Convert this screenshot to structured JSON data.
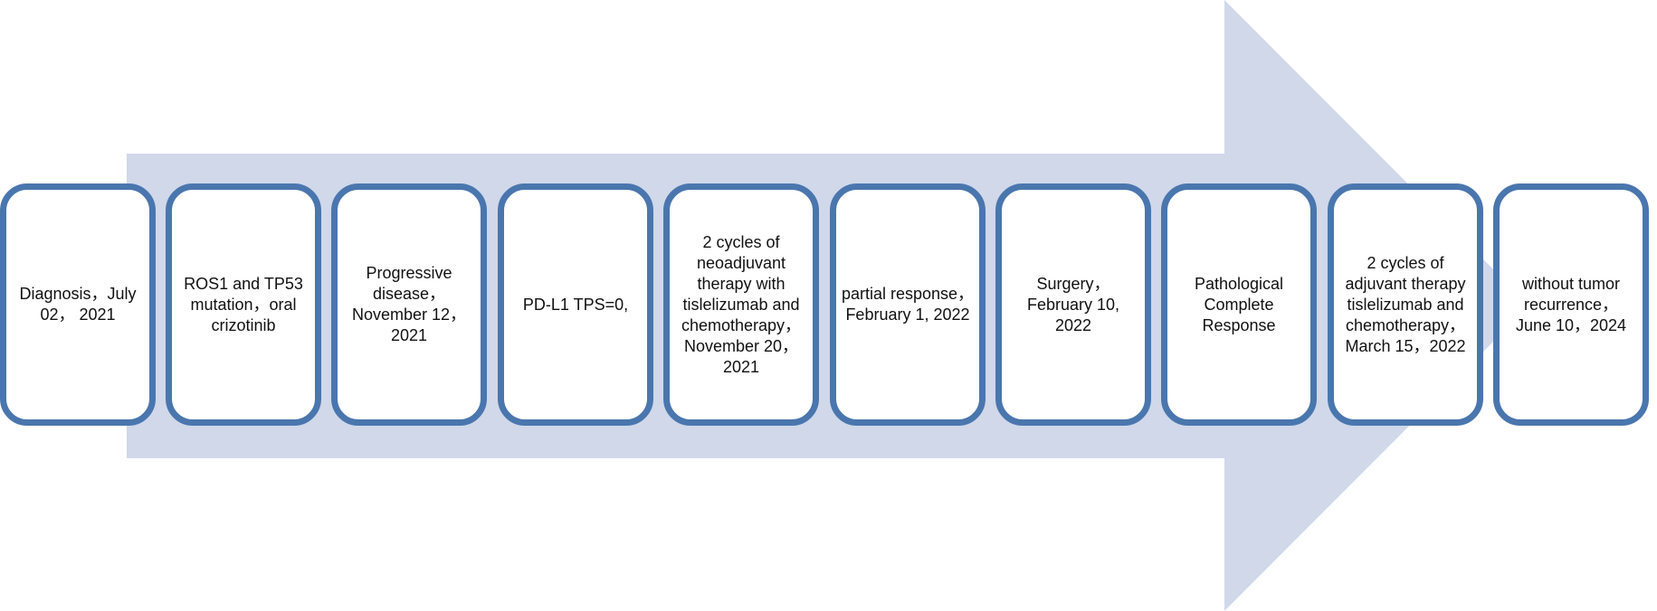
{
  "colors": {
    "arrow_fill": "#d0d8ea",
    "box_border": "#4a76ae",
    "box_fill": "#ffffff",
    "text": "#111111"
  },
  "timeline": {
    "steps": [
      {
        "lines": [
          "Diagnosis，July",
          "02，  2021"
        ]
      },
      {
        "lines": [
          "ROS1 and TP53",
          "mutation，oral",
          "crizotinib"
        ]
      },
      {
        "lines": [
          "Progressive",
          "disease，",
          "November 12，",
          "2021"
        ]
      },
      {
        "lines": [
          "PD-L1 TPS=0,"
        ]
      },
      {
        "lines": [
          "2 cycles of",
          "neoadjuvant",
          "therapy with",
          "tislelizumab and",
          "chemotherapy，",
          "November 20，",
          "2021"
        ]
      },
      {
        "lines": [
          "partial response，",
          "February 1, 2022"
        ]
      },
      {
        "lines": [
          "Surgery，",
          "February 10,",
          "2022"
        ]
      },
      {
        "lines": [
          "Pathological",
          "Complete",
          "Response"
        ]
      },
      {
        "lines": [
          "2 cycles of",
          "adjuvant therapy",
          "tislelizumab and",
          "chemotherapy，",
          "March 15，2022"
        ]
      },
      {
        "lines": [
          "without tumor",
          "recurrence，",
          "June 10，2024"
        ]
      }
    ]
  }
}
